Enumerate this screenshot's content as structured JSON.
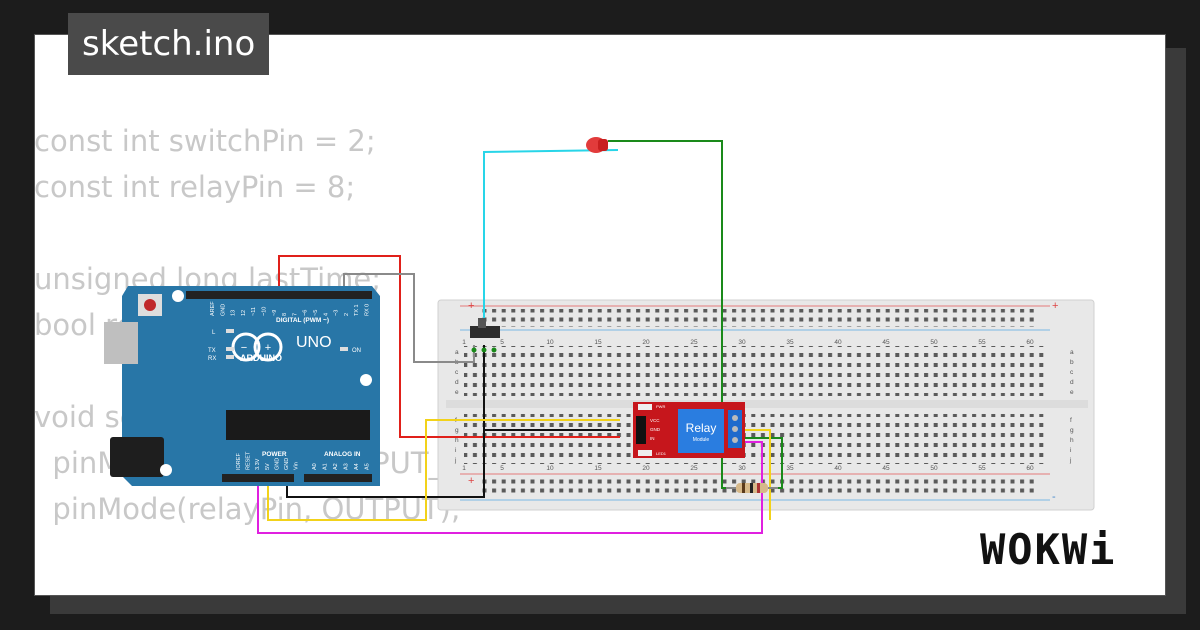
{
  "window": {
    "title": "sketch.ino"
  },
  "code": {
    "lines": [
      "const int switchPin = 2;",
      "const int relayPin = 8;",
      "",
      "unsigned long lastTime;",
      "bool relayState = false;",
      "",
      "void setup() {",
      "  pinMode(switchPin, INPUT_PULLUP);",
      "  pinMode(relayPin, OUTPUT);"
    ]
  },
  "arduino": {
    "brand": "ARDUINO",
    "model": "UNO",
    "digital_label": "DIGITAL (PWM ~)",
    "analog_label": "ANALOG IN",
    "power_label": "POWER",
    "on_label": "ON",
    "tx_label": "TX",
    "rx_label": "RX",
    "l_label": "L",
    "top_pins": [
      "AREF",
      "GND",
      "13",
      "12",
      "~11",
      "~10",
      "~9",
      "8",
      "7",
      "~6",
      "~5",
      "4",
      "~3",
      "2",
      "TX 1",
      "RX 0"
    ],
    "power_pins": [
      "IOREF",
      "RESET",
      "3.3V",
      "5V",
      "GND",
      "GND",
      "Vin"
    ],
    "analog_pins": [
      "A0",
      "A1",
      "A2",
      "A3",
      "A4",
      "A5"
    ]
  },
  "breadboard": {
    "column_numbers": [
      "1",
      "5",
      "10",
      "15",
      "20",
      "25",
      "30",
      "35",
      "40",
      "45",
      "50",
      "55",
      "60"
    ],
    "row_letters_top": [
      "a",
      "b",
      "c",
      "d",
      "e"
    ],
    "row_letters_bottom": [
      "f",
      "g",
      "h",
      "i",
      "j"
    ],
    "rail_plus": "+",
    "rail_minus": "-"
  },
  "relay": {
    "title": "Relay",
    "subtitle": "Module",
    "pins": [
      "VCC",
      "GND",
      "IN"
    ],
    "pwr_label": "PWR",
    "led_label": "LED1"
  },
  "wire_colors": {
    "red": "#e0201a",
    "gray": "#8a8a8a",
    "cyan": "#28d5e8",
    "green": "#1a8a1a",
    "yellow": "#f2d21a",
    "magenta": "#e020e0",
    "black": "#111111"
  },
  "brand": {
    "logo": "WOKWi"
  }
}
